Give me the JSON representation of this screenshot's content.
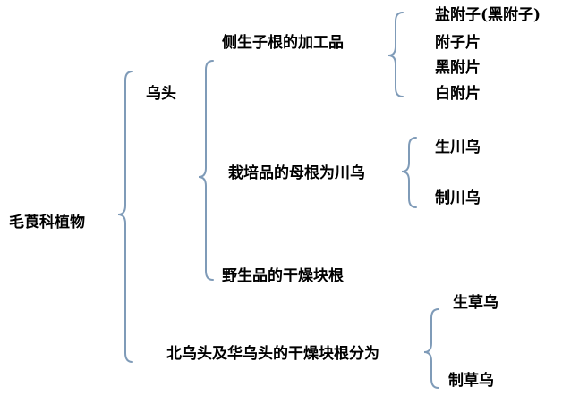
{
  "diagram": {
    "brace_color": "#7f9bb8",
    "root": "毛莨科植物",
    "wutou": {
      "label": "乌头",
      "lateral_root": {
        "label": "侧生子根的加工品",
        "items": [
          "盐附子(黑附子)",
          "附子片",
          "黑附片",
          "白附片"
        ]
      },
      "cultivated_mother_root": {
        "label": "栽培品的母根为川乌",
        "items": [
          "生川乌",
          "制川乌"
        ]
      },
      "wild": {
        "label": "野生品的干燥块根"
      }
    },
    "beiwutou": {
      "label": "北乌头及华乌头的干燥块根分为",
      "items": [
        "生草乌",
        "制草乌"
      ]
    }
  }
}
